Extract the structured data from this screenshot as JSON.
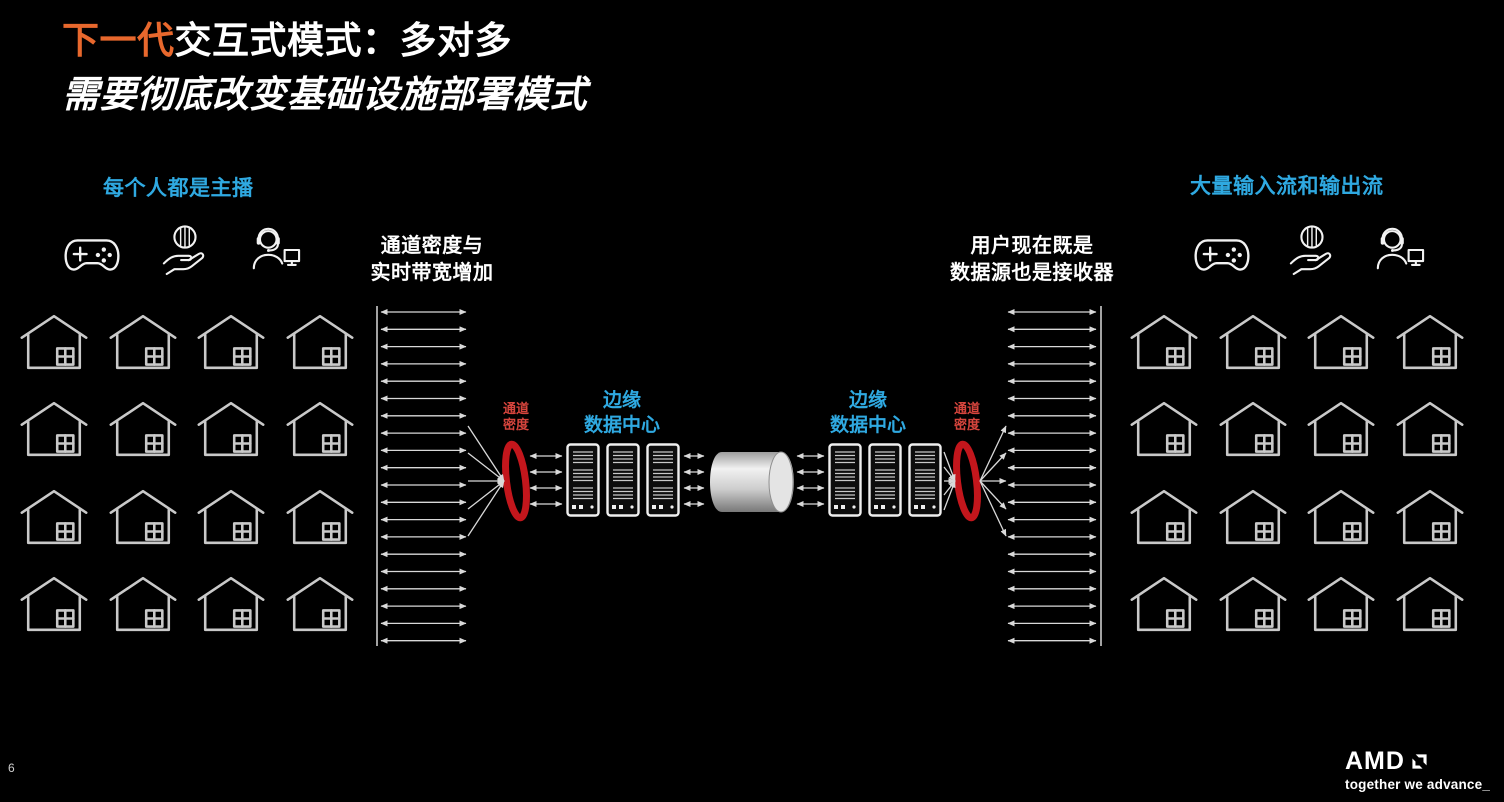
{
  "colors": {
    "background": "#000000",
    "accent_orange": "#E8682D",
    "label_blue": "#2FA9E1",
    "density_red": "#C3161C",
    "density_text_red": "#D6453D",
    "arrow_gray": "#D9D9D9",
    "house_gray": "#C9C9C9"
  },
  "slide": {
    "title_highlight": "下一代",
    "title_rest": "交互式模式：多对多",
    "subtitle": "需要彻底改变基础设施部署模式",
    "page_number": "6"
  },
  "left_section": {
    "label": "每个人都是主播",
    "icons": [
      "gamepad-icon",
      "hand-coin-icon",
      "headset-agent-icon"
    ],
    "house_grid": {
      "rows": 4,
      "cols": 4
    }
  },
  "right_section": {
    "label": "大量输入流和输出流",
    "icons": [
      "gamepad-icon",
      "hand-coin-icon",
      "headset-agent-icon"
    ],
    "house_grid": {
      "rows": 4,
      "cols": 4
    }
  },
  "diagram": {
    "left_annotation_line1": "通道密度与",
    "left_annotation_line2": "实时带宽增加",
    "right_annotation_line1": "用户现在既是",
    "right_annotation_line2": "数据源也是接收器",
    "left_density_line1": "通道",
    "left_density_line2": "密度",
    "right_density_line1": "通道",
    "right_density_line2": "密度",
    "left_edge_dc_line1": "边缘",
    "left_edge_dc_line2": "数据中心",
    "right_edge_dc_line1": "边缘",
    "right_edge_dc_line2": "数据中心"
  },
  "footer": {
    "logo_text": "AMD",
    "tagline": "together we advance_"
  }
}
